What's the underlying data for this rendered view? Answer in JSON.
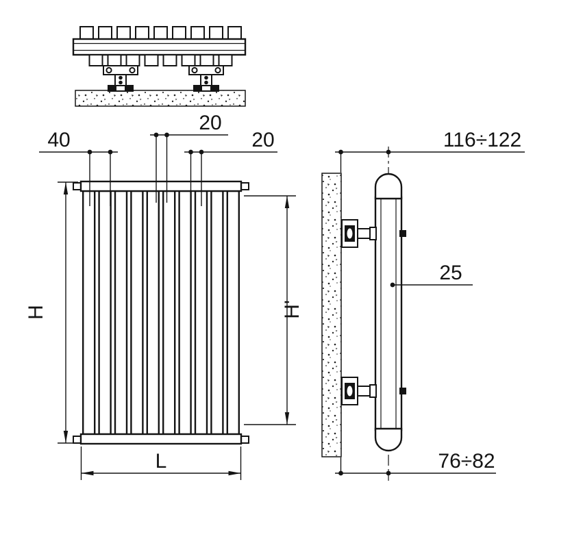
{
  "drawing": {
    "background": "#ffffff",
    "stroke_color": "#141414",
    "dims": {
      "pitch_40": "40",
      "pitch_20_top": "20",
      "pitch_20_right": "20",
      "height_H": "H",
      "height_H_prime": "H'",
      "length_L": "L",
      "wall_to_axis_top": "116÷122",
      "depth_25": "25",
      "wall_to_axis_bottom": "76÷82"
    }
  }
}
